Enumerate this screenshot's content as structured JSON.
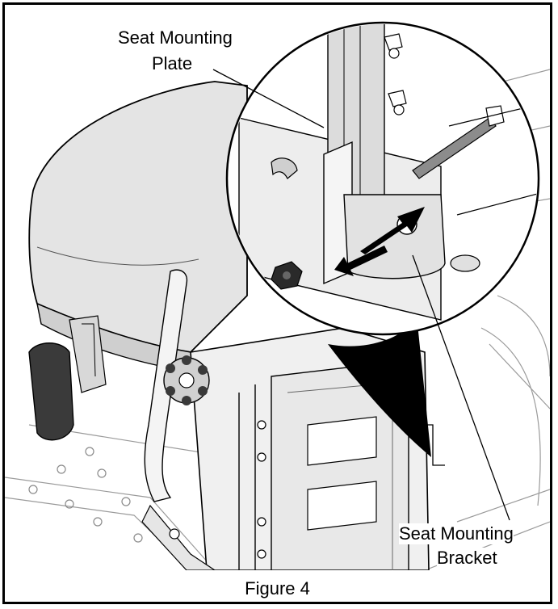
{
  "figure": {
    "callouts": {
      "plate_line1": "Seat Mounting",
      "plate_line2": "Plate",
      "bracket_line1": "Seat Mounting",
      "bracket_line2": "Bracket"
    },
    "caption": "Figure 4"
  },
  "colors": {
    "line": "#000000",
    "fill_light": "#e6e6e6",
    "fill_mid": "#c8c8c8",
    "fill_dark": "#3a3a3a",
    "background": "#ffffff"
  }
}
